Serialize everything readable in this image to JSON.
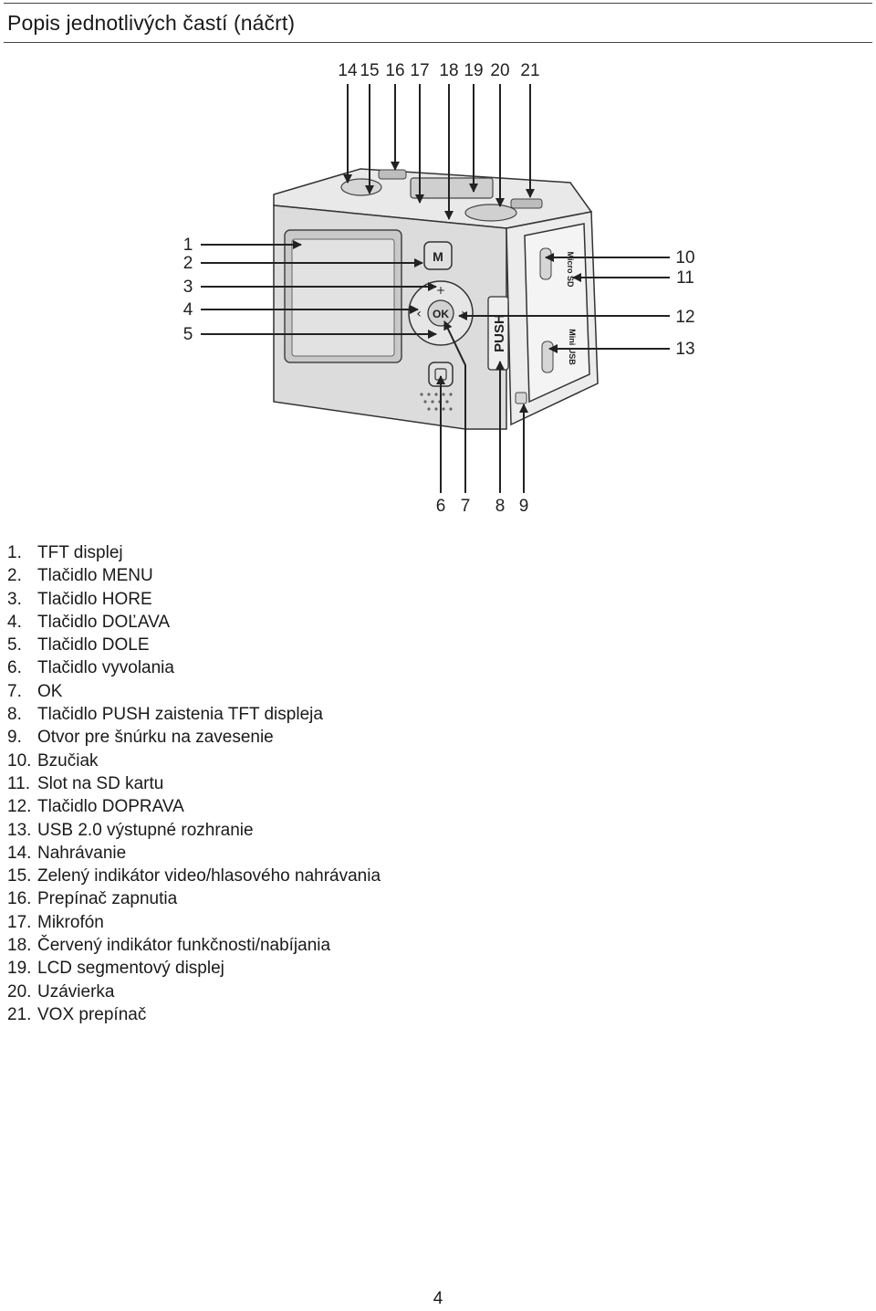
{
  "header": {
    "title": "Popis jednotlivých častí (náčrt)"
  },
  "diagram": {
    "callouts_top": [
      "14",
      "15",
      "16",
      "17",
      "18",
      "19",
      "20",
      "21"
    ],
    "callouts_left": [
      "1",
      "2",
      "3",
      "4",
      "5"
    ],
    "callouts_right": [
      "10",
      "11",
      "12",
      "13"
    ],
    "callouts_bottom": [
      "6",
      "7",
      "8",
      "9"
    ],
    "device_labels": {
      "menu_button": "M",
      "ok_button": "OK",
      "push_label": "PUSH",
      "micro_sd": "Micro SD",
      "mini_usb": "Mini USB"
    }
  },
  "parts": [
    {
      "num": "1.",
      "text": "TFT displej"
    },
    {
      "num": "2.",
      "text": "Tlačidlo MENU"
    },
    {
      "num": "3.",
      "text": "Tlačidlo HORE"
    },
    {
      "num": "4.",
      "text": "Tlačidlo DOĽAVA"
    },
    {
      "num": "5.",
      "text": "Tlačidlo DOLE"
    },
    {
      "num": "6.",
      "text": "Tlačidlo vyvolania"
    },
    {
      "num": "7.",
      "text": "OK"
    },
    {
      "num": "8.",
      "text": "Tlačidlo PUSH zaistenia TFT displeja"
    },
    {
      "num": "9.",
      "text": "Otvor pre šnúrku na zavesenie"
    },
    {
      "num": "10.",
      "text": "Bzučiak"
    },
    {
      "num": "11.",
      "text": "Slot na SD kartu"
    },
    {
      "num": "12.",
      "text": "Tlačidlo DOPRAVA"
    },
    {
      "num": "13.",
      "text": "USB 2.0 výstupné rozhranie"
    },
    {
      "num": "14.",
      "text": "Nahrávanie"
    },
    {
      "num": "15.",
      "text": "Zelený indikátor video/hlasového nahrávania"
    },
    {
      "num": "16.",
      "text": "Prepínač zapnutia"
    },
    {
      "num": "17.",
      "text": "Mikrofón"
    },
    {
      "num": "18.",
      "text": "Červený indikátor funkčnosti/nabíjania"
    },
    {
      "num": "19.",
      "text": "LCD segmentový displej"
    },
    {
      "num": "20.",
      "text": "Uzávierka"
    },
    {
      "num": "21.",
      "text": "VOX prepínač"
    }
  ],
  "footer": {
    "page_number": "4"
  }
}
